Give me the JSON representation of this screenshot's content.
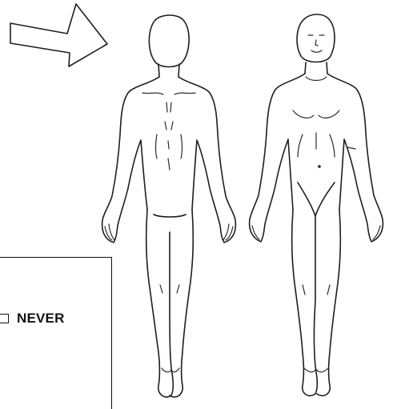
{
  "option": {
    "label": "NEVER",
    "checked": false
  },
  "figures": {
    "arrow_direction": "right",
    "views": [
      "back",
      "front"
    ]
  },
  "colors": {
    "ink": "#1e1e1e",
    "background": "#ffffff"
  }
}
